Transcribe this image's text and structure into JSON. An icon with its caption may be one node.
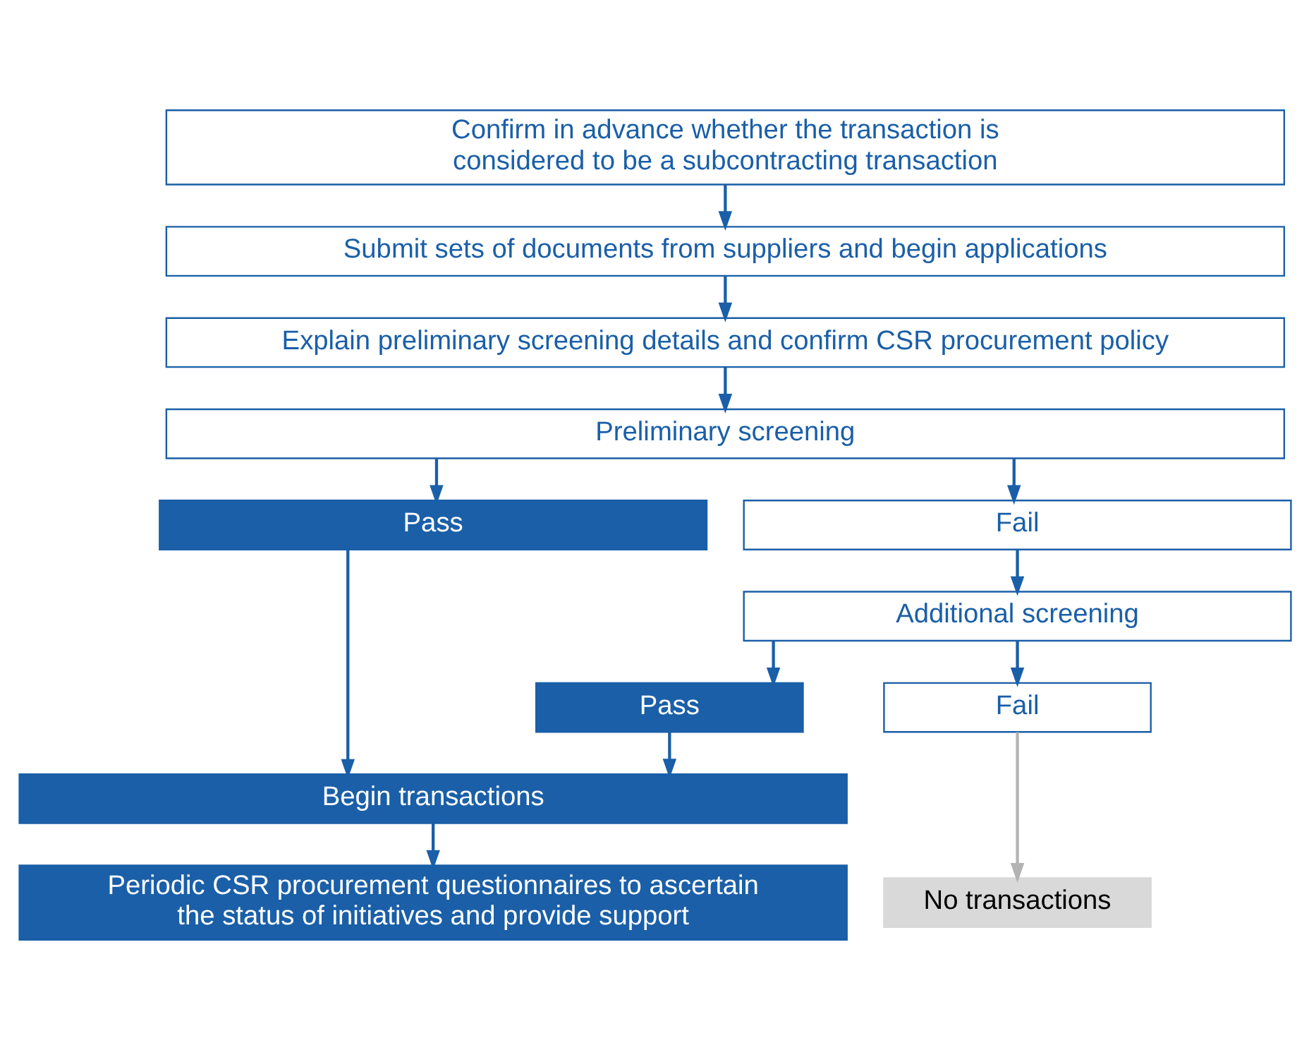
{
  "diagram": {
    "nodes": [
      {
        "text": [
          "Confirm in advance whether the transaction is considered to be a subcontracting transaction"
        ]
      },
      {
        "text": [
          "Submit sets of documents from suppliers and begin applications"
        ]
      },
      {
        "text": [
          "Explain preliminary screening details and confirm CSR procurement policy"
        ]
      },
      {
        "text": [
          "Preliminary screening"
        ]
      },
      {
        "text": [
          "Pass"
        ]
      },
      {
        "text": [
          "Fail"
        ]
      },
      {
        "text": [
          "Additional screening"
        ]
      },
      {
        "text": [
          "Pass"
        ]
      },
      {
        "text": [
          "Fail"
        ]
      },
      {
        "text": [
          "Begin transactions"
        ]
      },
      {
        "text": [
          "Periodic CSR procurement questionnaires to ascertain the status of initiatives and provide support"
        ]
      },
      {
        "text": [
          "No transactions"
        ]
      }
    ],
    "edges": [
      {
        "from": 0,
        "to": 1,
        "arrow": "to"
      },
      {
        "from": 1,
        "to": 2,
        "arrow": "to"
      },
      {
        "from": 2,
        "to": 3,
        "arrow": "to"
      },
      {
        "from": 3,
        "to": 4,
        "arrow": "to"
      },
      {
        "from": 3,
        "to": 5,
        "arrow": "to"
      },
      {
        "from": 5,
        "to": 6,
        "arrow": "to"
      },
      {
        "from": 6,
        "to": 7,
        "arrow": "to"
      },
      {
        "from": 6,
        "to": 8,
        "arrow": "to"
      },
      {
        "from": 4,
        "to": 9,
        "arrow": "to"
      },
      {
        "from": 7,
        "to": 9,
        "arrow": "to"
      },
      {
        "from": 9,
        "to": 10,
        "arrow": "to"
      },
      {
        "from": 8,
        "to": 11,
        "arrow": "to",
        "color": "#b3b3b3"
      }
    ]
  }
}
